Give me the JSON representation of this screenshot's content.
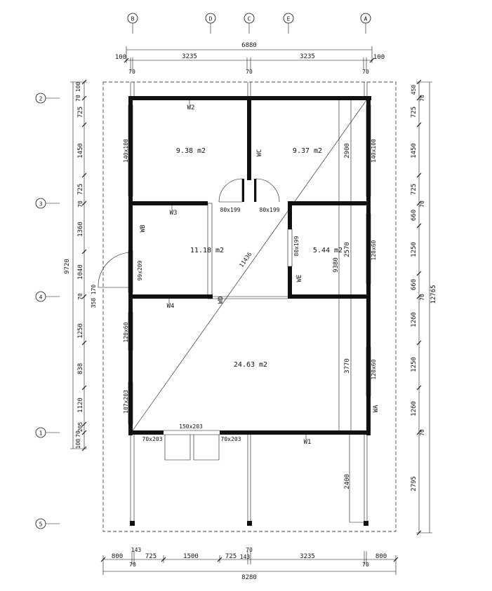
{
  "axes_top": [
    {
      "id": "axis-b",
      "label": "B"
    },
    {
      "id": "axis-d",
      "label": "D"
    },
    {
      "id": "axis-c",
      "label": "C"
    },
    {
      "id": "axis-e",
      "label": "E"
    },
    {
      "id": "axis-a",
      "label": "A"
    }
  ],
  "axes_left": [
    {
      "id": "axis-2",
      "label": "2"
    },
    {
      "id": "axis-3",
      "label": "3"
    },
    {
      "id": "axis-4",
      "label": "4"
    },
    {
      "id": "axis-1",
      "label": "1"
    },
    {
      "id": "axis-5",
      "label": "5"
    }
  ],
  "top_dims": {
    "total": "6880",
    "left_ext": "100",
    "left_bay": "3235",
    "right_bay": "3235",
    "right_ext": "100",
    "wall_left": "70",
    "wall_mid": "70",
    "wall_right": "70"
  },
  "bottom_dims": {
    "total": "8280",
    "left_ext": "800",
    "jamb_a": "143",
    "seg_1": "725",
    "door": "1500",
    "seg_2": "725",
    "jamb_b": "143",
    "bay_right": "3235",
    "right_ext": "800",
    "wall_left": "70",
    "wall_mid": "70",
    "wall_right": "70"
  },
  "left_dims": {
    "total": "9720",
    "segments": [
      "100",
      "70",
      "725",
      "1450",
      "725",
      "70",
      "1360",
      "1040",
      "170",
      "358",
      "70",
      "1250",
      "838",
      "1120",
      "205",
      "70",
      "100"
    ]
  },
  "right_dims": {
    "total": "12765",
    "segments": [
      "450",
      "70",
      "725",
      "1450",
      "725",
      "70",
      "660",
      "1250",
      "660",
      "70",
      "1260",
      "1250",
      "1260",
      "70",
      "2795"
    ]
  },
  "rooms": [
    {
      "id": "room-top-left",
      "area": "9.38 m2"
    },
    {
      "id": "room-top-right",
      "area": "9.37 m2"
    },
    {
      "id": "room-mid-left",
      "area": "11.18 m2"
    },
    {
      "id": "room-mid-right",
      "area": "5.44 m2"
    },
    {
      "id": "room-main",
      "area": "24.63 m2"
    }
  ],
  "walls": {
    "w1": "W1",
    "w2": "W2",
    "w3": "W3",
    "w4": "W4",
    "wa": "WA",
    "wb": "WB",
    "wc": "WC",
    "wd": "WD",
    "we": "WE"
  },
  "openings": {
    "door_top_left": "80x199",
    "door_top_right": "80x199",
    "door_mid_right": "80x199",
    "door_side": "99x209",
    "front_door": "150x203",
    "side_window_left": "70x203",
    "side_window_right": "70x203",
    "window_left_tall": "107x203",
    "window_left_lower": "120x60",
    "window_left_upper": "140x100",
    "window_right_upper": "140x100",
    "window_right_mid": "120x60",
    "window_right_lower": "120x60"
  },
  "inner_dims": {
    "diagonal": "11436",
    "terrace_height": "9380",
    "terrace_upper": "2900",
    "terrace_mid": "2570",
    "terrace_lower": "3770",
    "porch": "2400"
  }
}
